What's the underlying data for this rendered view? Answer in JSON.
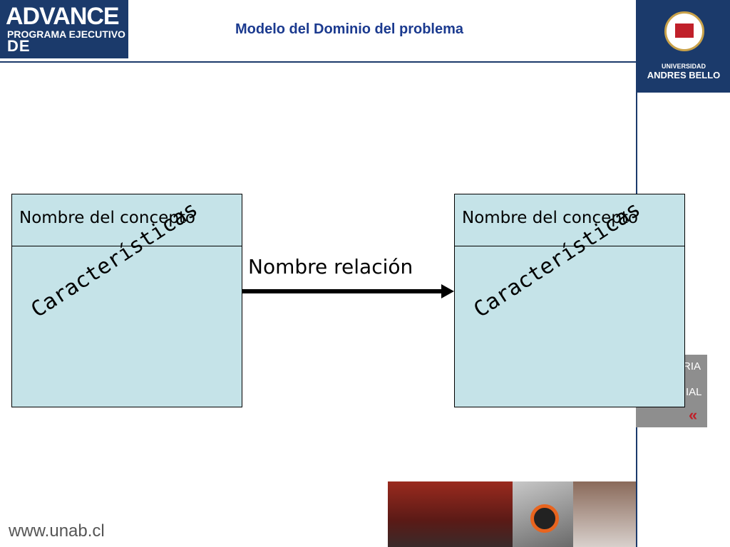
{
  "header": {
    "logo_left_line1": "ADVANCE",
    "logo_left_line2": "PROGRAMA EJECUTIVO",
    "logo_left_line3": "DE PREGRADO",
    "title": "Modelo del Dominio del problema",
    "logo_right_line1": "UNIVERSIDAD",
    "logo_right_line2": "ANDRES BELLO"
  },
  "side_panel": {
    "text1": "RIA",
    "text2": "IAL",
    "chevron": "«"
  },
  "diagram": {
    "left_concept": {
      "name": "Nombre del concepto",
      "features": "Características"
    },
    "right_concept": {
      "name": "Nombre del concepto",
      "features": "Características"
    },
    "relation_label": "Nombre relación"
  },
  "footer": {
    "url": "www.unab.cl"
  },
  "colors": {
    "brand_navy": "#1b3a6b",
    "title_blue": "#1b3a8f",
    "box_fill": "#c5e3e8",
    "accent_red": "#c0202a"
  }
}
